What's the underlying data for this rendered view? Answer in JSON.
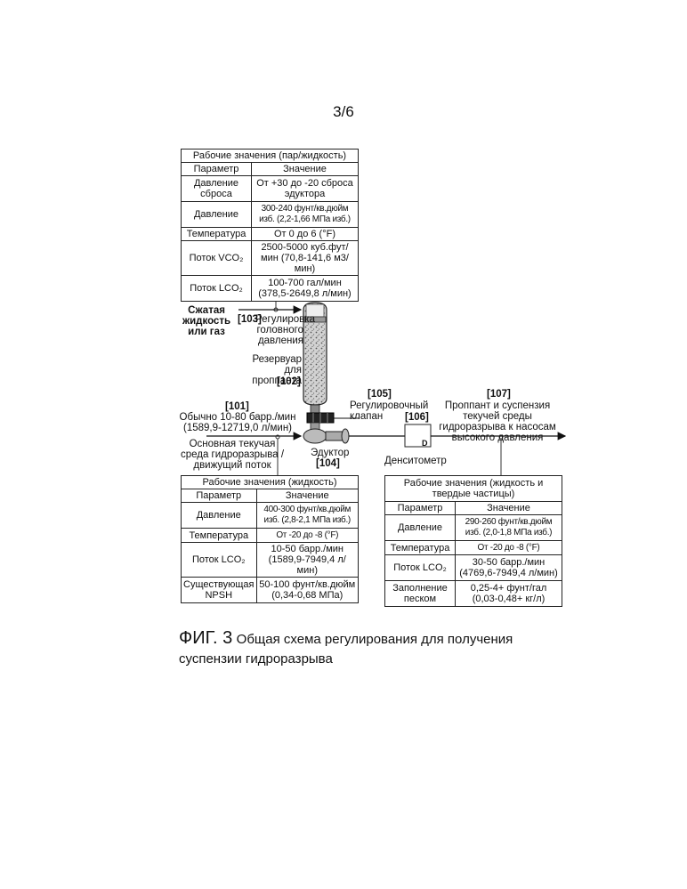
{
  "page_number": "3/6",
  "table_vapor": {
    "title": "Рабочие значения (пар/жидкость)",
    "header": [
      "Параметр",
      "Значение"
    ],
    "rows": [
      {
        "param": "Давление сброса",
        "value": "От +30 до -20 сброса эдуктора"
      },
      {
        "param": "Давление",
        "value": "300-240 фунт/кв.дюйм изб. (2,2-1,66 МПа изб.)"
      },
      {
        "param": "Температура",
        "value": "От 0 до 6 (°F)"
      },
      {
        "param": "Поток VCO₂",
        "value": "2500-5000 куб.фут/мин (70,8-141,6 м3/мин)"
      },
      {
        "param": "Поток LCO₂",
        "value": "100-700 гал/мин (378,5-2649,8 л/мин)"
      }
    ]
  },
  "table_liquid": {
    "title": "Рабочие значения (жидкость)",
    "header": [
      "Параметр",
      "Значение"
    ],
    "rows": [
      {
        "param": "Давление",
        "value": "400-300 фунт/кв.дюйм изб. (2,8-2,1 МПа изб.)"
      },
      {
        "param": "Температура",
        "value": "От -20 до -8 (°F)"
      },
      {
        "param": "Поток LCO₂",
        "value": "10-50 барр./мин (1589,9-7949,4 л/мин)"
      },
      {
        "param": "Существующая NPSH",
        "value": "50-100 фунт/кв.дюйм (0,34-0,68 МПа)"
      }
    ]
  },
  "table_solids": {
    "title": "Рабочие значения (жидкость и твердые частицы)",
    "header": [
      "Параметр",
      "Значение"
    ],
    "rows": [
      {
        "param": "Давление",
        "value": "290-260 фунт/кв.дюйм изб. (2,0-1,8 МПа изб.)"
      },
      {
        "param": "Температура",
        "value": "От -20 до -8 (°F)"
      },
      {
        "param": "Поток LCO₂",
        "value": "30-50 барр./мин (4769,6-7949,4 л/мин)"
      },
      {
        "param": "Заполнение песком",
        "value": "0,25-4+ фунт/гал (0,03-0,48+ кг/л)"
      }
    ]
  },
  "labels": {
    "compressed_fluid": "Сжатая жидкость или газ",
    "ref_103": "[103]",
    "head_pressure_reg": "Регулировка головного давления",
    "proppant_tank": "Резервуар для проппанта",
    "ref_102": "[102]",
    "ref_101": "[101]",
    "flow_typical": "Обычно 10-80 барр./мин (1589,9-12719,0 л/мин)",
    "main_fluid": "Основная текучая среда гидроразрыва / движущий поток",
    "eductor": "Эдуктор",
    "ref_104": "[104]",
    "ref_105": "[105]",
    "control_valve": "Регулировочный клапан",
    "ref_106": "[106]",
    "densitometer": "Денситометр",
    "densitometer_mark": "D",
    "ref_107": "[107]",
    "output": "Проппант и суспензия текучей среды гидроразрыва к насосам высокого давления"
  },
  "caption": {
    "figure": "ФИГ. 3",
    "text": "Общая схема регулирования для получения суспензии гидроразрыва"
  }
}
